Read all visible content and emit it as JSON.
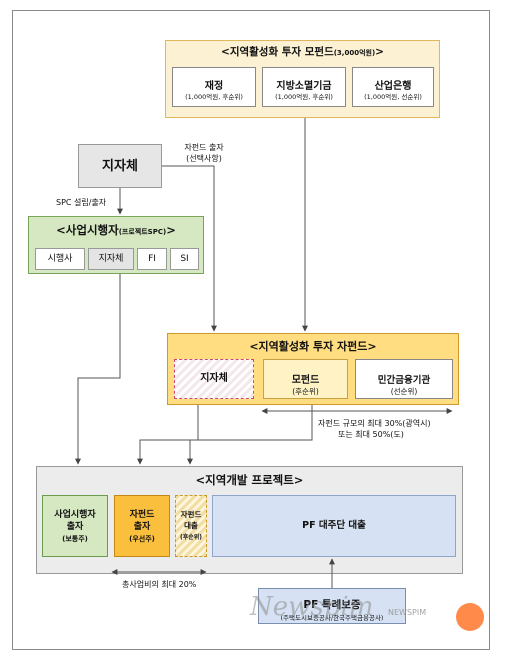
{
  "mother_fund": {
    "title": "<지역활성화 투자 모펀드",
    "title_amount": "(3,000억원)",
    "title_end": ">",
    "items": [
      {
        "name": "재정",
        "detail": "(1,000억원, 후순위)"
      },
      {
        "name": "지방소멸기금",
        "detail": "(1,000억원, 후순위)"
      },
      {
        "name": "산업은행",
        "detail": "(1,000억원, 선순위)"
      }
    ]
  },
  "local_gov": {
    "label": "지자체"
  },
  "sub_fund_invest_note": {
    "line1": "자펀드 출자",
    "line2": "(선택사항)"
  },
  "spc_invest_note": "SPC 설립/출자",
  "spc": {
    "title": "<사업시행자",
    "title_small": "(프로젝트SPC)",
    "title_end": ">",
    "members": [
      "시행사",
      "지자체",
      "FI",
      "SI"
    ]
  },
  "sub_fund": {
    "title": "<지역활성화 투자 자펀드>",
    "local_gov": "지자체",
    "mother_fund": "모펀드",
    "mother_fund_detail": "(후순위)",
    "private": "민간금융기관",
    "private_detail": "(선순위)"
  },
  "sub_fund_size_note": {
    "line1": "자펀드 규모의 최대 30%(광역시)",
    "line2": "또는 최대 50%(도)"
  },
  "project": {
    "title": "<지역개발 프로젝트>",
    "spc_invest": {
      "line1": "사업시행자",
      "line2": "출자",
      "detail": "(보통주)"
    },
    "subfund_invest": {
      "line1": "자펀드",
      "line2": "출자",
      "detail": "(우선주)"
    },
    "subfund_loan": {
      "line1": "자펀드",
      "line2": "대출",
      "detail": "(후순위)"
    },
    "pf_loan": "PF 대주단 대출"
  },
  "total_cost_note": "총사업비의 최대 20%",
  "pf_guarantee": {
    "title": "PF 특례보증",
    "detail": "(주택도시보증공사/한국주택금융공사)"
  },
  "watermark": {
    "main": "Newspim",
    "sub": "NEWSPIM"
  },
  "colors": {
    "mother_fund_bg": "#fdf1d4",
    "spc_bg": "#d5e8c2",
    "sub_fund_bg": "#ffdd80",
    "project_bg": "#ececec",
    "pf_loan_bg": "#d6e2f3",
    "spc_invest_bg": "#d5e8c2",
    "subfund_invest_bg": "#fbbf3e",
    "pf_guarantee_bg": "#d6e2f3"
  }
}
